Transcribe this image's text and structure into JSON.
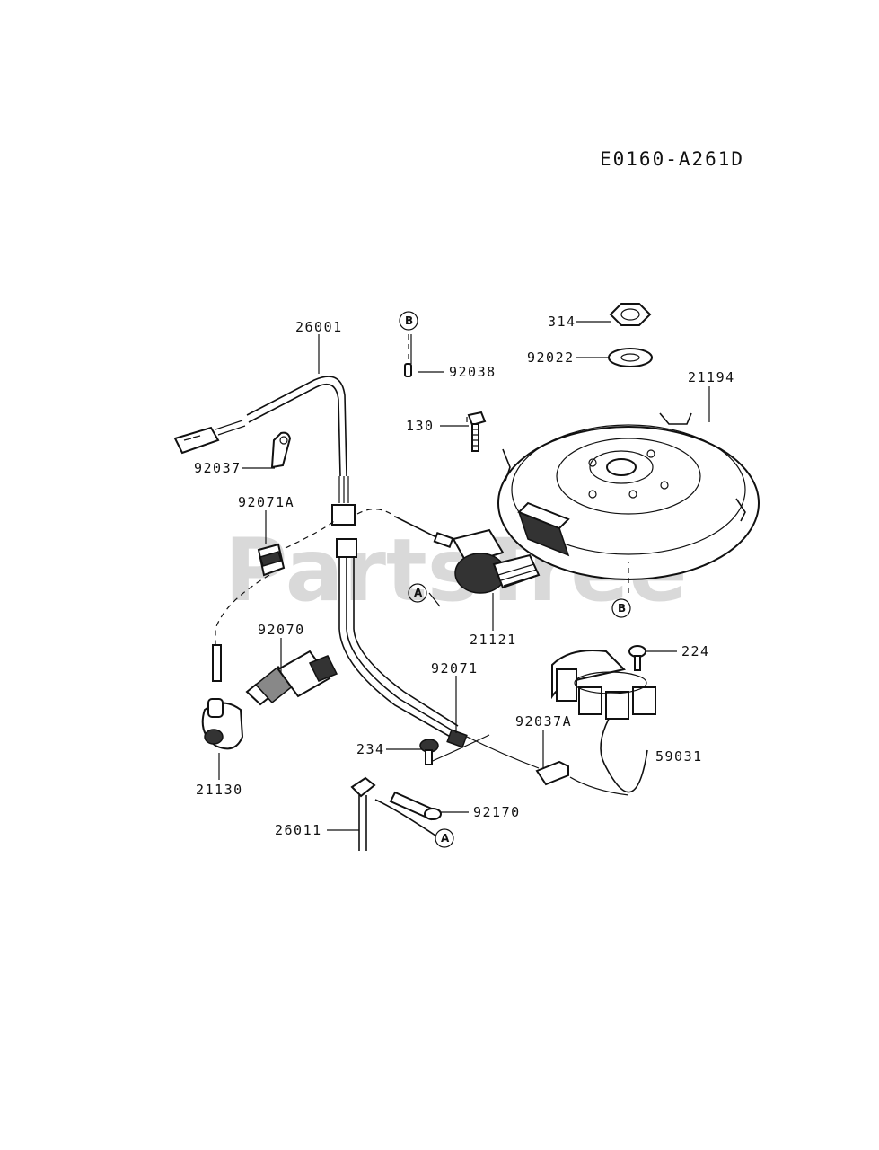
{
  "diagram_code": "E0160-A261D",
  "watermark": "PartsTree",
  "callouts": {
    "p26001": "26001",
    "p92037": "92037",
    "p92071A": "92071A",
    "p92070": "92070",
    "p21130": "21130",
    "p92038": "92038",
    "p130": "130",
    "p21121": "21121",
    "p314": "314",
    "p92022": "92022",
    "p21194": "21194",
    "p224": "224",
    "p59031": "59031",
    "p92071": "92071",
    "p92037A": "92037A",
    "p234": "234",
    "p92170": "92170",
    "p26011": "26011"
  },
  "ref_markers": {
    "a": "A",
    "b": "B"
  }
}
